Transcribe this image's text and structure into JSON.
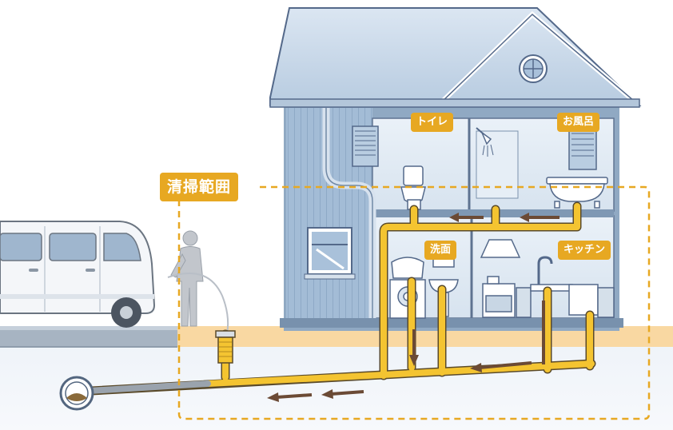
{
  "labels": {
    "cleaning_range": "清掃範囲",
    "toilet": "トイレ",
    "bath": "お風呂",
    "washroom": "洗面",
    "kitchen": "キッチン"
  },
  "colors": {
    "accent": "#e7a822",
    "pipe": "#f4c431",
    "pipe_outline": "#5a4a2a",
    "flow_arrow": "#6b4a35",
    "house_wall": "#aac1d9",
    "house_roof": "#c8d8ea",
    "ground": "#f9d8a2",
    "sidewalk": "#a7b4c2",
    "worker": "#c2c6cc"
  }
}
